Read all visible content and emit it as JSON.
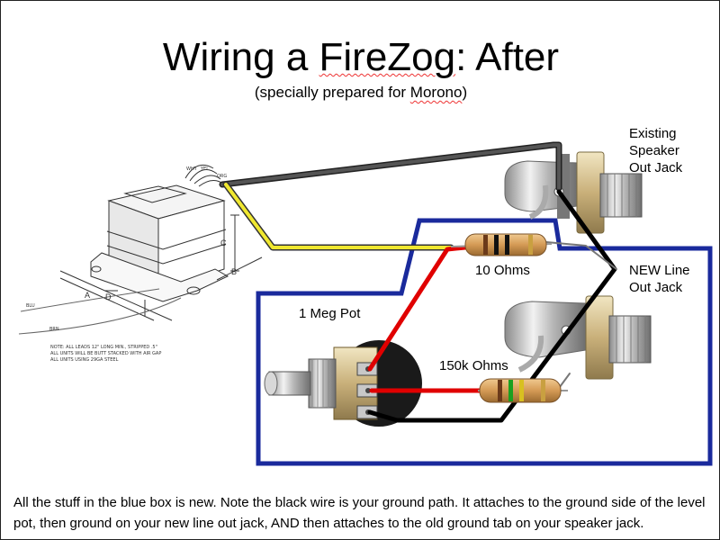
{
  "title": {
    "prefix": "Wiring a ",
    "highlight": "FireZog",
    "suffix": ": After"
  },
  "subtitle": {
    "prefix": "(specially prepared for ",
    "highlight": "Morono",
    "suffix": ")"
  },
  "labels": {
    "existing_jack": [
      "Existing",
      "Speaker",
      "Out Jack"
    ],
    "new_jack": [
      "NEW Line",
      "Out Jack"
    ],
    "pot": "1 Meg Pot",
    "resistor_10": "10 Ohms",
    "resistor_150k": "150k Ohms"
  },
  "transformer": {
    "wire_tags": [
      "WHT",
      "YEL",
      "ORG"
    ],
    "lead_tags": [
      "BLU",
      "BRN"
    ],
    "dimensions": [
      "A",
      "B",
      "C",
      "D"
    ],
    "notes": [
      "NOTE: ALL LEADS 12\" LONG MIN., STRIPPED .5\"",
      "ALL UNITS WILL BE BUTT STACKED WITH AIR GAP",
      "ALL UNITS USING 29GA STEEL"
    ]
  },
  "caption": "All the stuff in the blue box is new. Note the black wire is your ground path. It attaches to the ground side of the level pot, then ground on your new line out jack, AND then attaches to the old ground tab on your speaker jack.",
  "colors": {
    "box": "#1a2a9c",
    "ground_wire": "#000000",
    "signal_wire": "#e00000",
    "yellow_wire": "#e8e020",
    "gray_wire": "#444444"
  }
}
